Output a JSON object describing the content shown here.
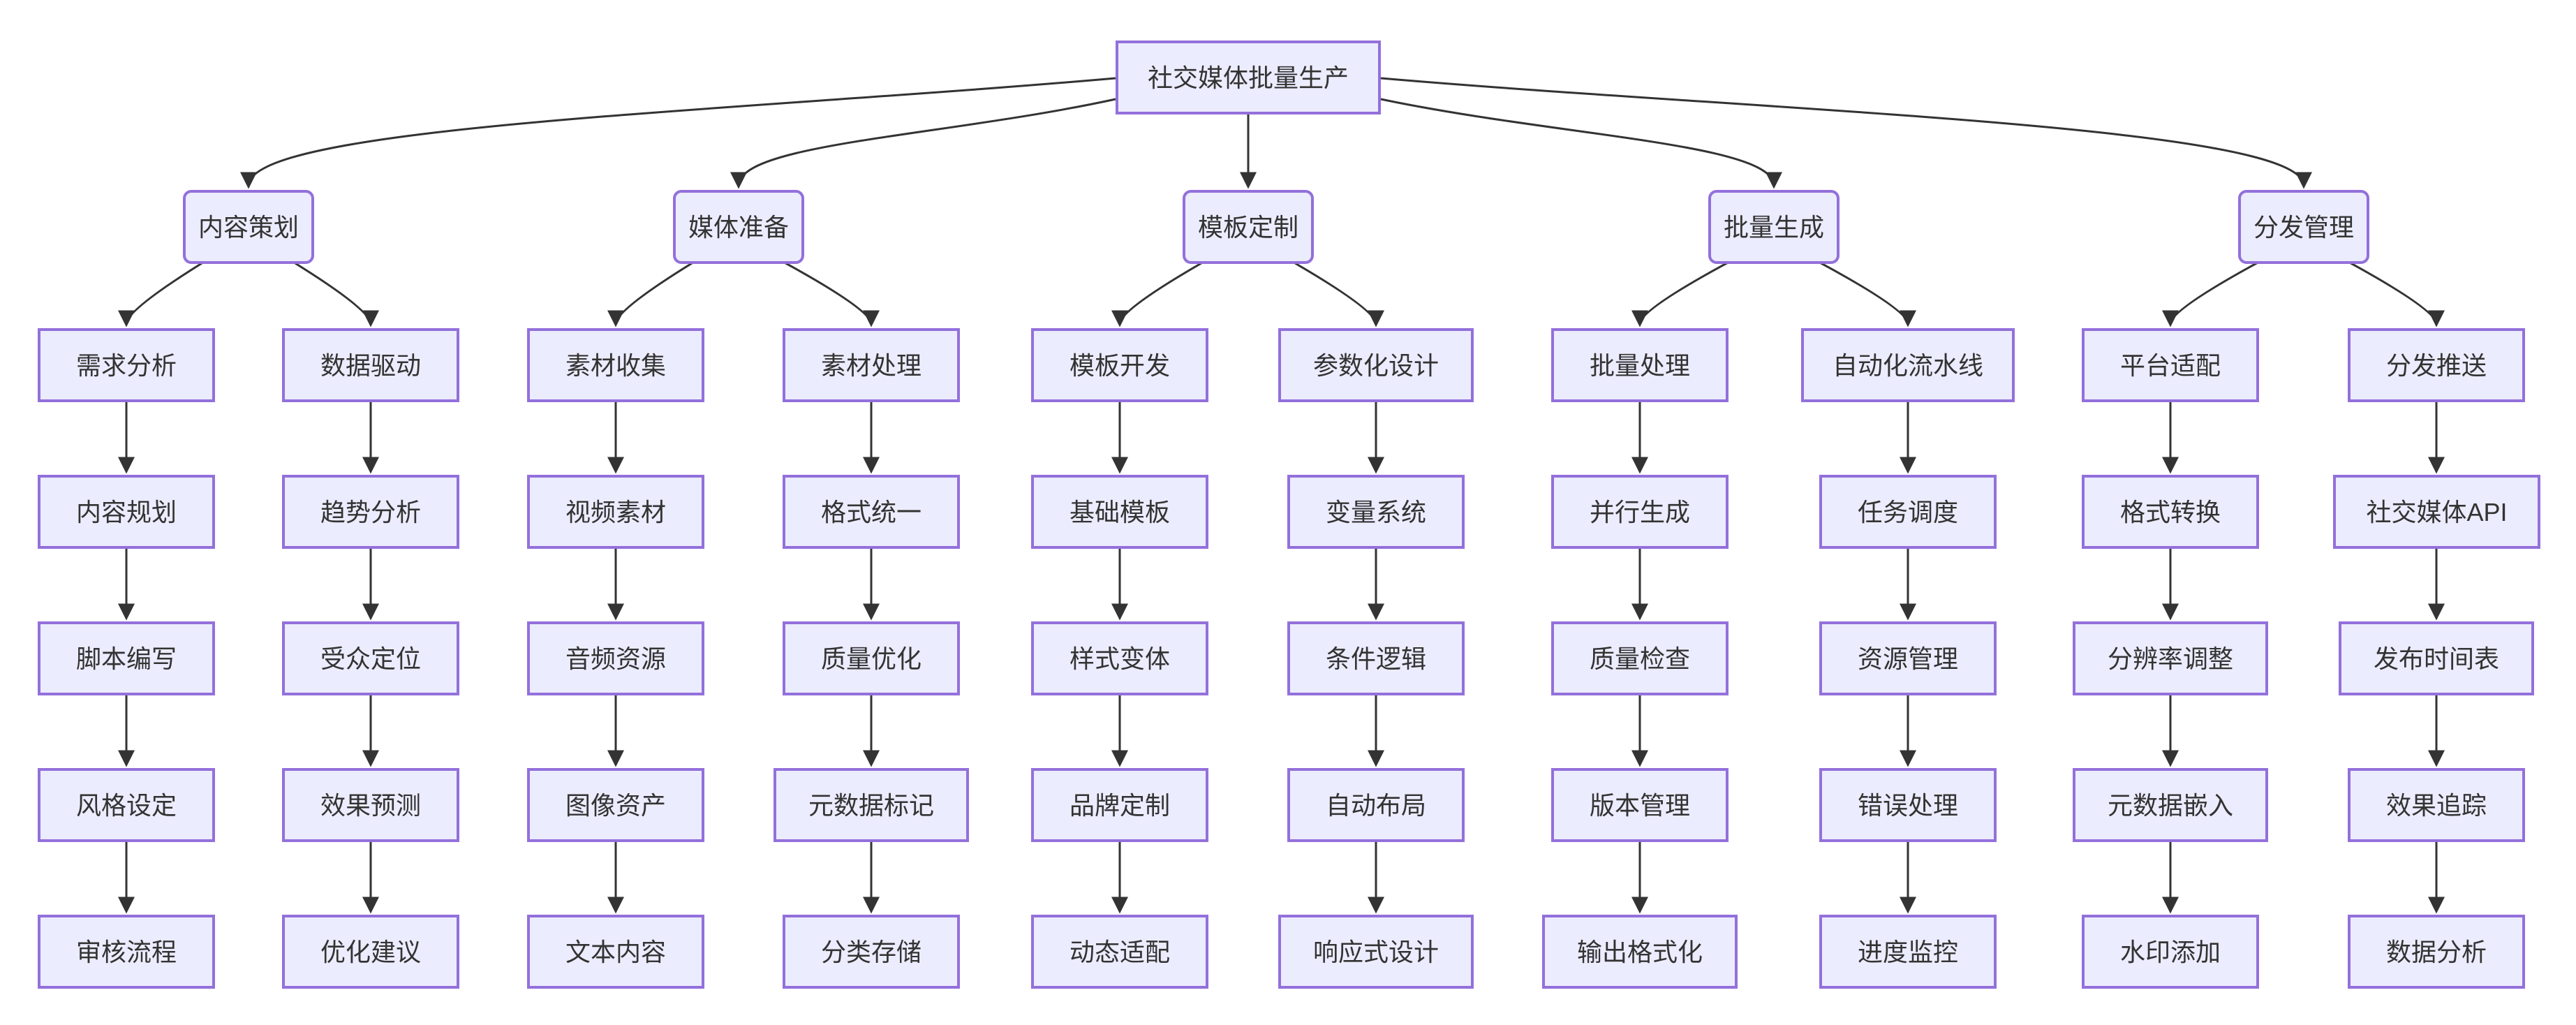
{
  "flowchart": {
    "root": "社交媒体批量生产",
    "branches": [
      {
        "label": "内容策划",
        "chains": [
          {
            "steps": [
              "需求分析",
              "内容规划",
              "脚本编写",
              "风格设定",
              "审核流程"
            ]
          },
          {
            "steps": [
              "数据驱动",
              "趋势分析",
              "受众定位",
              "效果预测",
              "优化建议"
            ]
          }
        ]
      },
      {
        "label": "媒体准备",
        "chains": [
          {
            "steps": [
              "素材收集",
              "视频素材",
              "音频资源",
              "图像资产",
              "文本内容"
            ]
          },
          {
            "steps": [
              "素材处理",
              "格式统一",
              "质量优化",
              "元数据标记",
              "分类存储"
            ]
          }
        ]
      },
      {
        "label": "模板定制",
        "chains": [
          {
            "steps": [
              "模板开发",
              "基础模板",
              "样式变体",
              "品牌定制",
              "动态适配"
            ]
          },
          {
            "steps": [
              "参数化设计",
              "变量系统",
              "条件逻辑",
              "自动布局",
              "响应式设计"
            ]
          }
        ]
      },
      {
        "label": "批量生成",
        "chains": [
          {
            "steps": [
              "批量处理",
              "并行生成",
              "质量检查",
              "版本管理",
              "输出格式化"
            ]
          },
          {
            "steps": [
              "自动化流水线",
              "任务调度",
              "资源管理",
              "错误处理",
              "进度监控"
            ]
          }
        ]
      },
      {
        "label": "分发管理",
        "chains": [
          {
            "steps": [
              "平台适配",
              "格式转换",
              "分辨率调整",
              "元数据嵌入",
              "水印添加"
            ]
          },
          {
            "steps": [
              "分发推送",
              "社交媒体API",
              "发布时间表",
              "效果追踪",
              "数据分析"
            ]
          }
        ]
      }
    ],
    "colors": {
      "node_fill": "#ECECFF",
      "node_border": "#9370DB",
      "edge_line": "#333333",
      "text": "#333333",
      "background": "#FFFFFF"
    }
  }
}
